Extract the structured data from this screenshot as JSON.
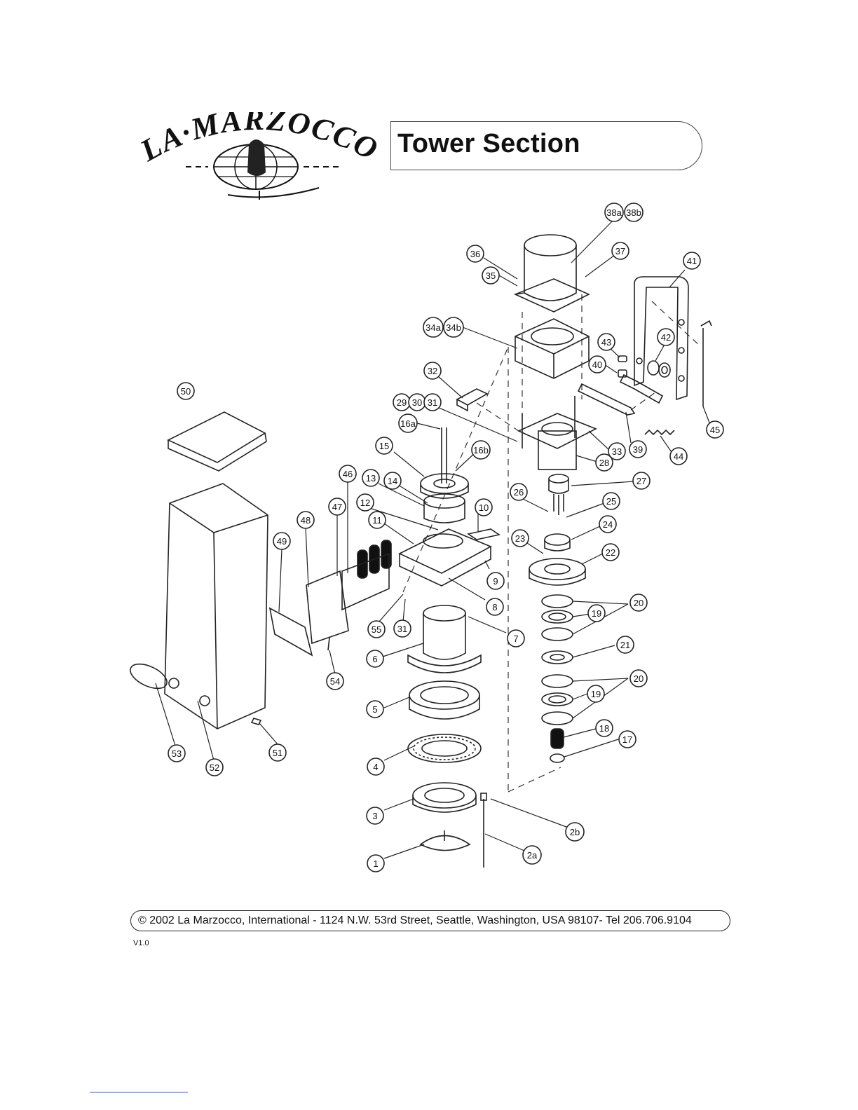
{
  "header": {
    "brand_text": "LA MARZOCCO",
    "title": "Tower Section"
  },
  "callouts": [
    {
      "id": "p38a",
      "label": "38a"
    },
    {
      "id": "p38b",
      "label": "38b"
    },
    {
      "id": "p36",
      "label": "36"
    },
    {
      "id": "p37",
      "label": "37"
    },
    {
      "id": "p35",
      "label": "35"
    },
    {
      "id": "p41",
      "label": "41"
    },
    {
      "id": "p34a",
      "label": "34a"
    },
    {
      "id": "p34b",
      "label": "34b"
    },
    {
      "id": "p43",
      "label": "43"
    },
    {
      "id": "p42",
      "label": "42"
    },
    {
      "id": "p40",
      "label": "40"
    },
    {
      "id": "p32",
      "label": "32"
    },
    {
      "id": "p29",
      "label": "29"
    },
    {
      "id": "p30",
      "label": "30"
    },
    {
      "id": "p31a",
      "label": "31"
    },
    {
      "id": "p16a",
      "label": "16a"
    },
    {
      "id": "p45",
      "label": "45"
    },
    {
      "id": "p50",
      "label": "50"
    },
    {
      "id": "p33",
      "label": "33"
    },
    {
      "id": "p39",
      "label": "39"
    },
    {
      "id": "p15",
      "label": "15"
    },
    {
      "id": "p16b",
      "label": "16b"
    },
    {
      "id": "p28",
      "label": "28"
    },
    {
      "id": "p44",
      "label": "44"
    },
    {
      "id": "p46",
      "label": "46"
    },
    {
      "id": "p13",
      "label": "13"
    },
    {
      "id": "p14",
      "label": "14"
    },
    {
      "id": "p27",
      "label": "27"
    },
    {
      "id": "p26",
      "label": "26"
    },
    {
      "id": "p47",
      "label": "47"
    },
    {
      "id": "p12",
      "label": "12"
    },
    {
      "id": "p10",
      "label": "10"
    },
    {
      "id": "p25",
      "label": "25"
    },
    {
      "id": "p48",
      "label": "48"
    },
    {
      "id": "p11",
      "label": "11"
    },
    {
      "id": "p24",
      "label": "24"
    },
    {
      "id": "p49",
      "label": "49"
    },
    {
      "id": "p23",
      "label": "23"
    },
    {
      "id": "p22",
      "label": "22"
    },
    {
      "id": "p9",
      "label": "9"
    },
    {
      "id": "p8",
      "label": "8"
    },
    {
      "id": "p20a",
      "label": "20"
    },
    {
      "id": "p19a",
      "label": "19"
    },
    {
      "id": "p55",
      "label": "55"
    },
    {
      "id": "p31b",
      "label": "31"
    },
    {
      "id": "p7",
      "label": "7"
    },
    {
      "id": "p21",
      "label": "21"
    },
    {
      "id": "p6",
      "label": "6"
    },
    {
      "id": "p54",
      "label": "54"
    },
    {
      "id": "p20b",
      "label": "20"
    },
    {
      "id": "p19b",
      "label": "19"
    },
    {
      "id": "p5",
      "label": "5"
    },
    {
      "id": "p18",
      "label": "18"
    },
    {
      "id": "p17",
      "label": "17"
    },
    {
      "id": "p53",
      "label": "53"
    },
    {
      "id": "p52",
      "label": "52"
    },
    {
      "id": "p51",
      "label": "51"
    },
    {
      "id": "p4",
      "label": "4"
    },
    {
      "id": "p3",
      "label": "3"
    },
    {
      "id": "p2b",
      "label": "2b"
    },
    {
      "id": "p2a",
      "label": "2a"
    },
    {
      "id": "p1",
      "label": "1"
    }
  ],
  "footer": {
    "text": "© 2002 La Marzocco, International - 1124 N.W. 53rd Street, Seattle, Washington, USA 98107- Tel 206.706.9104",
    "version": "V1.0"
  }
}
